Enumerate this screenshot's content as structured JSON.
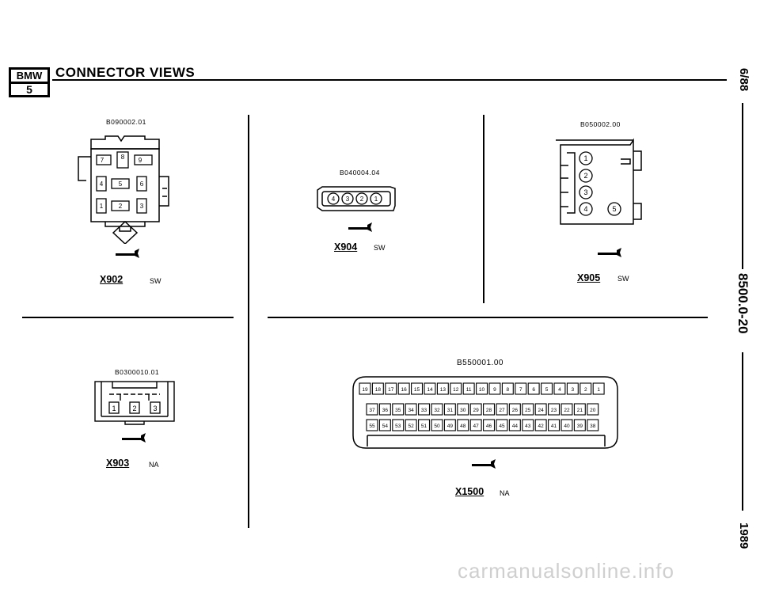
{
  "header": {
    "logo_text": "BMW",
    "logo_series": "5",
    "title": "CONNECTOR VIEWS"
  },
  "side": {
    "date": "6/88",
    "doc_number": "8500.0-20",
    "year": "1989"
  },
  "connectors": {
    "x902": {
      "ref": "B090002.01",
      "id": "X902",
      "color": "SW",
      "pins": [
        "7",
        "8",
        "9",
        "4",
        "5",
        "6",
        "1",
        "2",
        "3"
      ]
    },
    "x904": {
      "ref": "B040004.04",
      "id": "X904",
      "color": "SW",
      "pins": [
        "4",
        "3",
        "2",
        "1"
      ]
    },
    "x905": {
      "ref": "B050002.00",
      "id": "X905",
      "color": "SW",
      "pins": [
        "1",
        "2",
        "3",
        "4",
        "5"
      ]
    },
    "x903": {
      "ref": "B0300010.01",
      "id": "X903",
      "color": "NA",
      "pins": [
        "1",
        "2",
        "3"
      ]
    },
    "x1500": {
      "ref": "B550001.00",
      "id": "X1500",
      "color": "NA",
      "row1": [
        "19",
        "18",
        "17",
        "16",
        "15",
        "14",
        "13",
        "12",
        "11",
        "10",
        "9",
        "8",
        "7",
        "6",
        "5",
        "4",
        "3",
        "2",
        "1"
      ],
      "row2": [
        "37",
        "36",
        "35",
        "34",
        "33",
        "32",
        "31",
        "30",
        "29",
        "28",
        "27",
        "26",
        "25",
        "24",
        "23",
        "22",
        "21",
        "20"
      ],
      "row3": [
        "55",
        "54",
        "53",
        "52",
        "51",
        "50",
        "49",
        "48",
        "47",
        "46",
        "45",
        "44",
        "43",
        "42",
        "41",
        "40",
        "39",
        "38"
      ]
    }
  },
  "watermark": "carmanualsonline.info"
}
